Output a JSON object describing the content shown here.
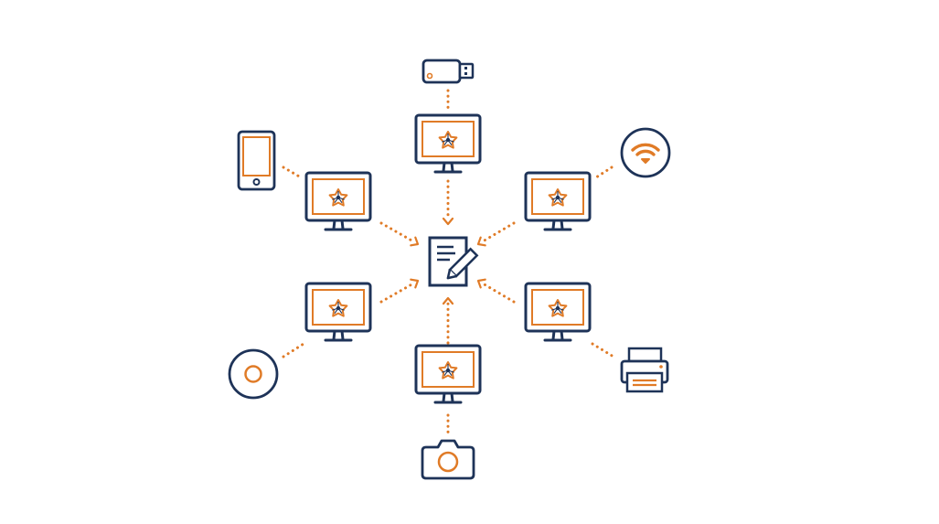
{
  "colors": {
    "navy": "#1e3358",
    "orange": "#e07b27",
    "background": "#ffffff"
  },
  "diagram": {
    "center": {
      "name": "policy-document-icon",
      "icon": "document-with-pencil"
    },
    "computers": [
      {
        "name": "computer-top",
        "icon": "monitor-with-agent-logo"
      },
      {
        "name": "computer-upper-left",
        "icon": "monitor-with-agent-logo"
      },
      {
        "name": "computer-upper-right",
        "icon": "monitor-with-agent-logo"
      },
      {
        "name": "computer-lower-left",
        "icon": "monitor-with-agent-logo"
      },
      {
        "name": "computer-lower-right",
        "icon": "monitor-with-agent-logo"
      },
      {
        "name": "computer-bottom",
        "icon": "monitor-with-agent-logo"
      }
    ],
    "devices": [
      {
        "name": "usb-drive-icon",
        "icon": "usb-drive"
      },
      {
        "name": "tablet-icon",
        "icon": "tablet"
      },
      {
        "name": "wifi-icon",
        "icon": "wifi"
      },
      {
        "name": "optical-disc-icon",
        "icon": "cd-dvd"
      },
      {
        "name": "printer-icon",
        "icon": "printer"
      },
      {
        "name": "camera-icon",
        "icon": "camera"
      }
    ]
  }
}
